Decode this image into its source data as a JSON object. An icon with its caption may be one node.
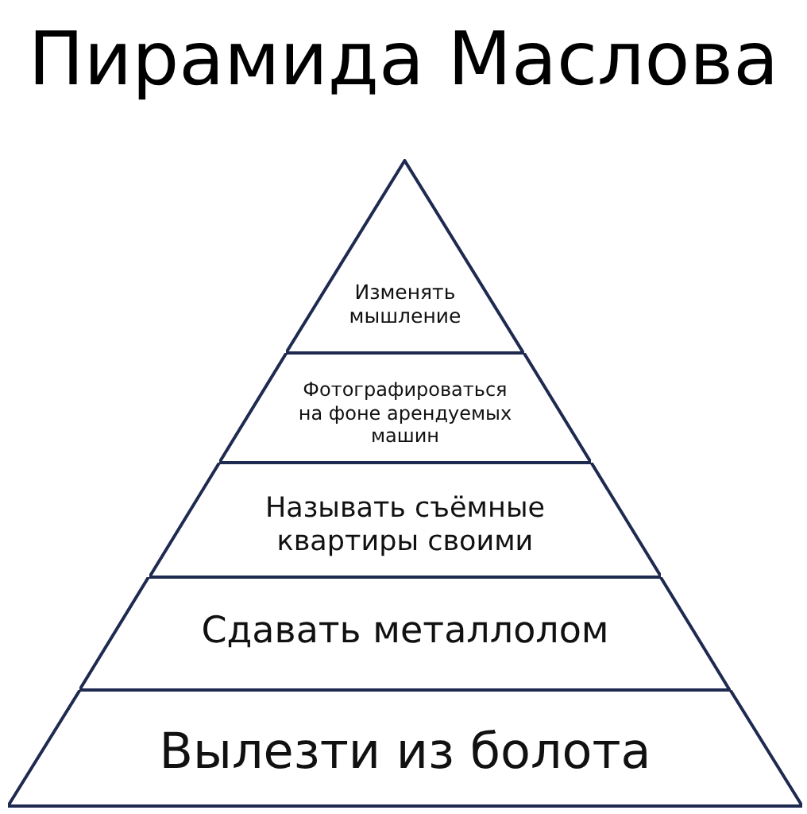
{
  "diagram": {
    "title": "Пирамида Маслова",
    "nodes": [
      {
        "text": [
          "Изменять мышление"
        ]
      },
      {
        "text": [
          "Фотографироваться на фоне арендуемых машин"
        ]
      },
      {
        "text": [
          "Называть съёмные квартиры своими"
        ]
      },
      {
        "text": [
          "Сдавать металлолом"
        ]
      },
      {
        "text": [
          "Вылезти из болота"
        ]
      }
    ]
  }
}
